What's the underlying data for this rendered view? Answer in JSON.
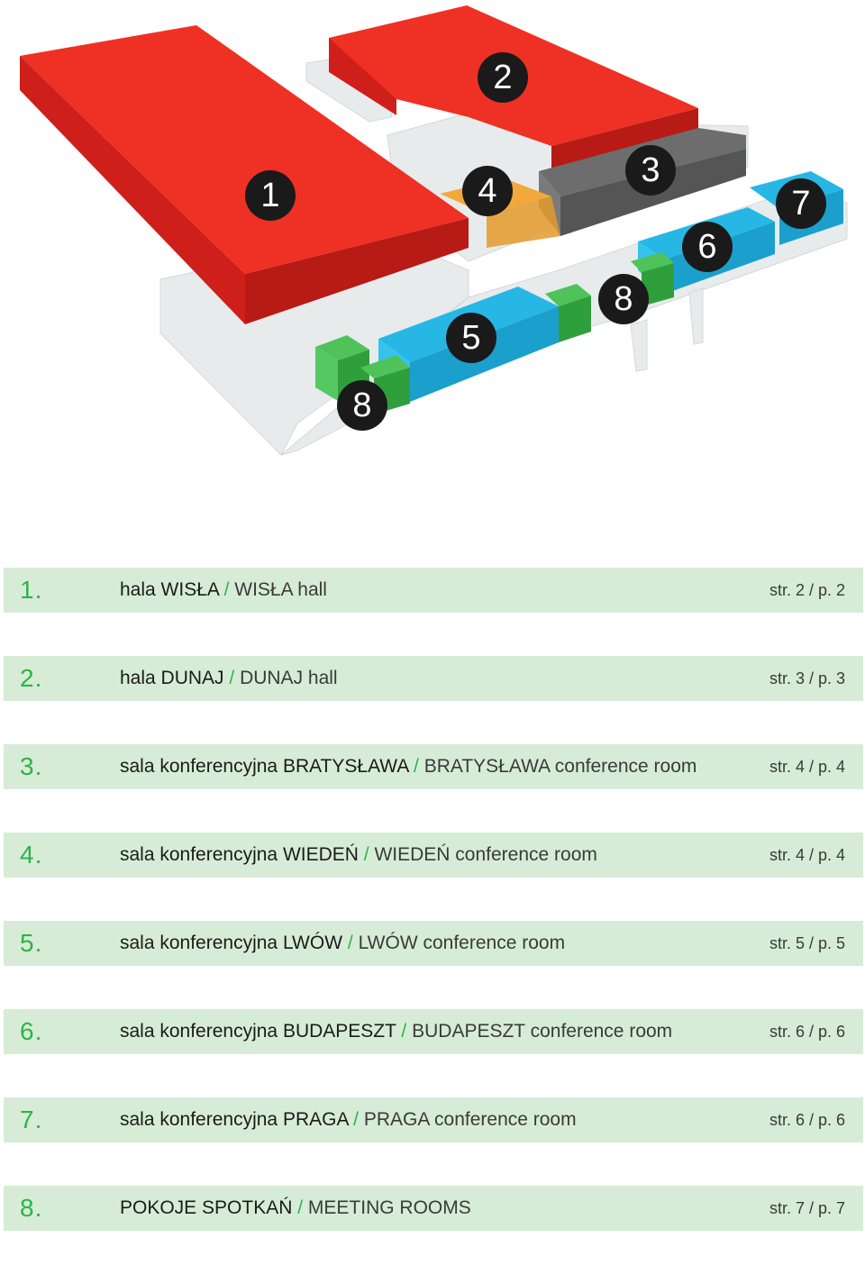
{
  "markers": [
    "1",
    "2",
    "3",
    "4",
    "5",
    "6",
    "7",
    "8",
    "8"
  ],
  "colors": {
    "hall": "#ee3124",
    "bratyslawa": "#6d6d6d",
    "wieden": "#f2a93b",
    "conference_blue": "#27b7e5",
    "meeting_green": "#3db54a",
    "glass": "#e3e6e8",
    "legend_band": "#d7ecd6",
    "legend_accent": "#2db34a"
  },
  "legend": [
    {
      "num": "1.",
      "pl": "hala WISŁA",
      "sep": " / ",
      "en": "WISŁA hall",
      "page": "str. 2 / p. 2"
    },
    {
      "num": "2.",
      "pl": "hala DUNAJ",
      "sep": " / ",
      "en": "DUNAJ hall",
      "page": "str. 3 / p. 3"
    },
    {
      "num": "3.",
      "pl": "sala konferencyjna BRATYSŁAWA",
      "sep": " / ",
      "en": "BRATYSŁAWA conference room",
      "page": "str. 4 / p. 4"
    },
    {
      "num": "4.",
      "pl": "sala konferencyjna WIEDEŃ",
      "sep": " / ",
      "en": "WIEDEŃ conference room",
      "page": "str. 4 / p. 4"
    },
    {
      "num": "5.",
      "pl": "sala konferencyjna LWÓW",
      "sep": " / ",
      "en": "LWÓW conference room",
      "page": "str. 5 / p. 5"
    },
    {
      "num": "6.",
      "pl": "sala konferencyjna BUDAPESZT",
      "sep": " / ",
      "en": "BUDAPESZT conference room",
      "page": "str. 6 / p. 6"
    },
    {
      "num": "7.",
      "pl": "sala konferencyjna PRAGA",
      "sep": " / ",
      "en": "PRAGA conference room",
      "page": "str. 6 / p. 6"
    },
    {
      "num": "8.",
      "pl": "POKOJE SPOTKAŃ",
      "sep": " / ",
      "en": "MEETING ROOMS",
      "page": "str. 7 / p. 7"
    }
  ]
}
